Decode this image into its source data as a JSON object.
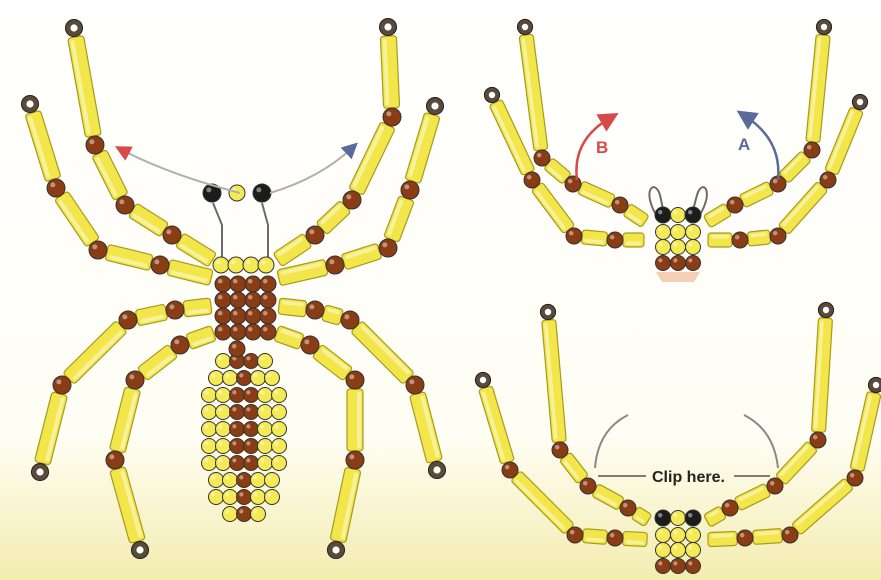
{
  "labels": {
    "arrow_b": "B",
    "arrow_a": "A",
    "clip": "Clip here."
  },
  "colors": {
    "bugle": "#f2e64a",
    "bugle_edge": "#a89a1e",
    "bead_brown": "#8a3c14",
    "bead_dark": "#1c1c1c",
    "bead_yellow": "#f4ea55",
    "wire": "#6b6b6b",
    "arrow_red": "#d84a4a",
    "arrow_blue": "#5a6a9a"
  }
}
